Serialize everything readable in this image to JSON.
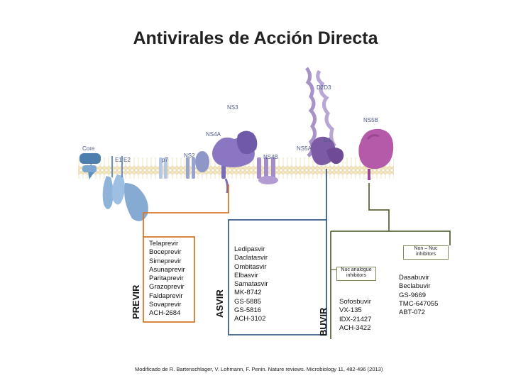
{
  "title": "Antivirales de Acción Directa",
  "protein_labels": {
    "core": "Core",
    "e1e2": "E1 E2",
    "p7": "p7",
    "ns2": "NS2",
    "ns3": "NS3",
    "ns4a": "NS4A",
    "ns4b": "NS4B",
    "ns5a": "NS5A",
    "d1": "D1",
    "d2d3": "D2D3",
    "ns5b": "NS5B"
  },
  "groups": {
    "previr": {
      "label": "PREVIR",
      "color": "#d9772b",
      "drugs": [
        "Telaprevir",
        "Boceprevir",
        "Simeprevir",
        "Asunaprevir",
        "Paritaprevir",
        "Grazoprevir",
        "Faldaprevir",
        "Sovaprevir",
        "ACH-2684"
      ]
    },
    "asvir": {
      "label": "ASVIR",
      "color": "#3a5d8c",
      "drugs": [
        "Ledipasvir",
        "Daclatasvir",
        "Ombitasvir",
        "Elbasvir",
        "Samatasvir",
        "MK-8742",
        "GS-5885",
        "GS-5816",
        "ACH-3102"
      ]
    },
    "buvir": {
      "label": "BUVIR",
      "color": "#5b6a3a",
      "nuc_box": "Nuc analogue inhibitors",
      "nonnuc_box": "Non – Nuc inhibitors",
      "nuc_drugs": [
        "Sofosbuvir",
        "VX-135",
        "IDX-21427",
        "ACH-3422"
      ],
      "nonnuc_drugs": [
        "Dasabuvir",
        "Beclabuvir",
        "GS-9669",
        "TMC-647055",
        "ABT-072"
      ]
    }
  },
  "caption": "Modificado de R. Bartenschlager, V. Lohmann, F. Penin. Nature reviews. Microbiology 11, 482-496 (2013)"
}
